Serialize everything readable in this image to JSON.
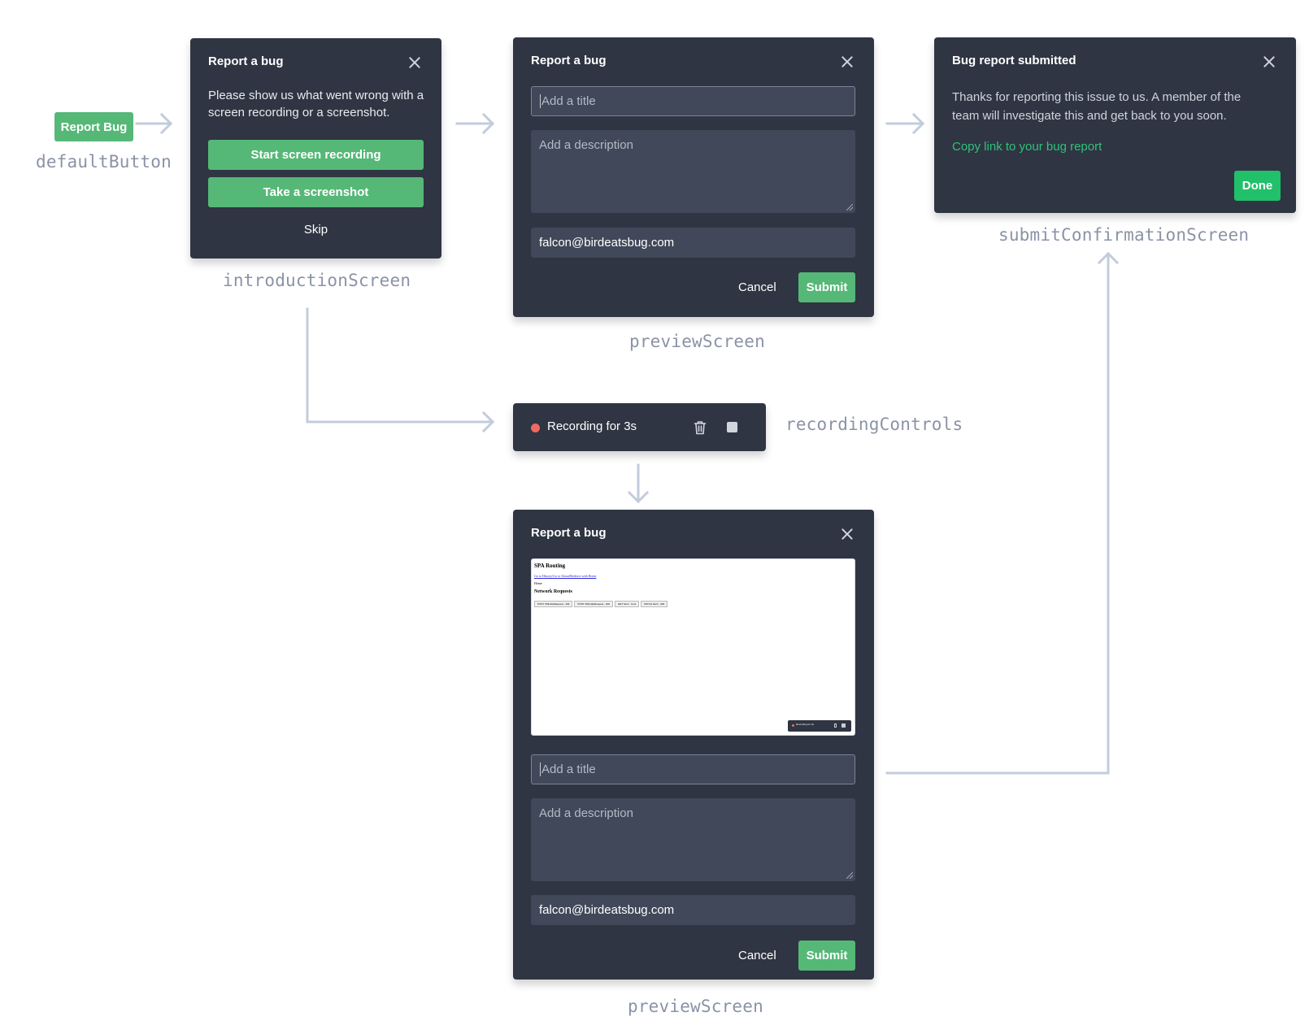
{
  "colors": {
    "panel": "#2f3542",
    "accent_green": "#55b877",
    "done_green": "#21c06a",
    "link_green": "#2fc27a",
    "arrow": "#c3ccdc",
    "caption": "#8a93a6",
    "recording_dot": "#f2695f"
  },
  "default_button": {
    "label": "Report Bug",
    "caption": "defaultButton"
  },
  "introduction": {
    "title": "Report a bug",
    "text": "Please show us what went wrong with a screen recording or a screenshot.",
    "record_label": "Start screen recording",
    "screenshot_label": "Take a screenshot",
    "skip_label": "Skip",
    "caption": "introductionScreen"
  },
  "preview_top": {
    "title": "Report a bug",
    "title_placeholder": "Add a title",
    "description_placeholder": "Add a description",
    "email_value": "falcon@birdeatsbug.com",
    "cancel_label": "Cancel",
    "submit_label": "Submit",
    "caption": "previewScreen"
  },
  "recording_controls": {
    "label": "Recording for 3s",
    "trash_icon": "trash-icon",
    "stop_icon": "stop-icon",
    "caption": "recordingControls"
  },
  "preview_bottom": {
    "title": "Report a bug",
    "screenshot": {
      "heading1": "SPA Routing",
      "link_text": "Go to History/Go to About/Redirect with Home",
      "home_text": "Home",
      "heading2": "Network Requests",
      "buttons": [
        "POST XMLHttpRequest - 404",
        "POST XMLHttpRequest - 200",
        "GET fetch - Cors",
        "PATCH fetch - 200"
      ],
      "mini_recording_label": "Recording for 3s"
    },
    "title_placeholder": "Add a title",
    "description_placeholder": "Add a description",
    "email_value": "falcon@birdeatsbug.com",
    "cancel_label": "Cancel",
    "submit_label": "Submit",
    "caption": "previewScreen"
  },
  "confirmation": {
    "title": "Bug report submitted",
    "text": "Thanks for reporting this issue to us. A member of the team will investigate this and get back to you soon.",
    "link_label": "Copy link to your bug report",
    "done_label": "Done",
    "caption": "submitConfirmationScreen"
  }
}
